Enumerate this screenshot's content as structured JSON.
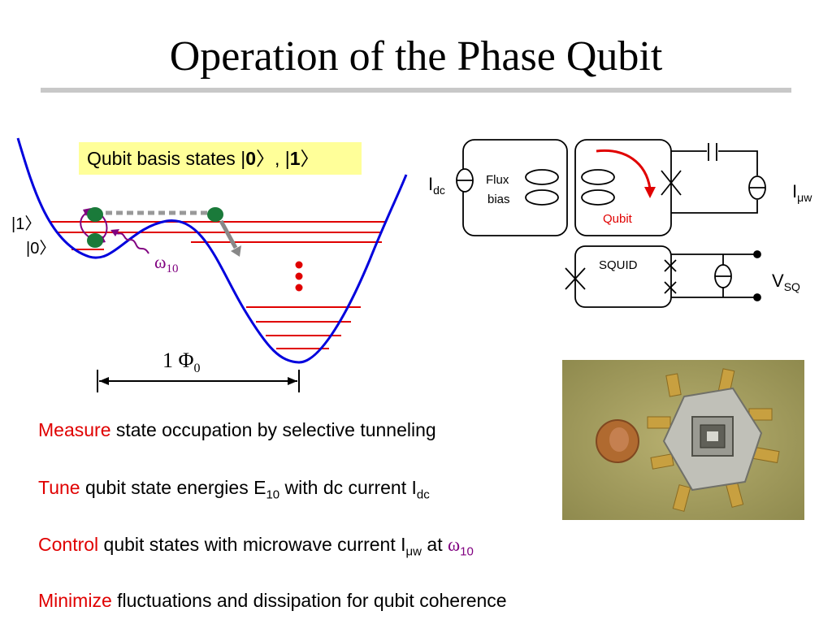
{
  "slide": {
    "title": "Operation of the Phase Qubit"
  },
  "potential": {
    "callout_prefix": "Qubit basis states |",
    "callout_state0": "0",
    "callout_mid": "〉, |",
    "callout_state1": "1",
    "callout_suffix": "〉",
    "label_state1": "|1〉",
    "label_state0": "|0〉",
    "omega": "ω",
    "omega_sub": "10",
    "flux_label": "1 Φ",
    "flux_sub": "0"
  },
  "circuit": {
    "idc": "I",
    "idc_sub": "dc",
    "flux_bias_line1": "Flux",
    "flux_bias_line2": "bias",
    "qubit_label": "Qubit",
    "iuw": "I",
    "iuw_sub": "μw",
    "squid_label": "SQUID",
    "vsq": "V",
    "vsq_sub": "SQ"
  },
  "bullets": [
    {
      "keyword": "Measure",
      "text": " state occupation by selective tunneling"
    },
    {
      "keyword": "Tune",
      "text": " qubit state energies E",
      "sub1": "10",
      "text2": " with dc current I",
      "sub2": "dc"
    },
    {
      "keyword": "Control",
      "text": " qubit states with microwave current I",
      "sub1": "μw",
      "text2": " at ",
      "omega": "ω",
      "omega_sub": "10"
    },
    {
      "keyword": "Minimize",
      "text": " fluctuations and dissipation for qubit coherence"
    }
  ],
  "colors": {
    "well_curve": "#0000dd",
    "energy_levels": "#e00000",
    "keyword": "#e00000",
    "qubit_arrow": "#e00000",
    "state_dot": "#1a7a3a",
    "purple": "#800080",
    "callout_bg": "#ffff99"
  }
}
